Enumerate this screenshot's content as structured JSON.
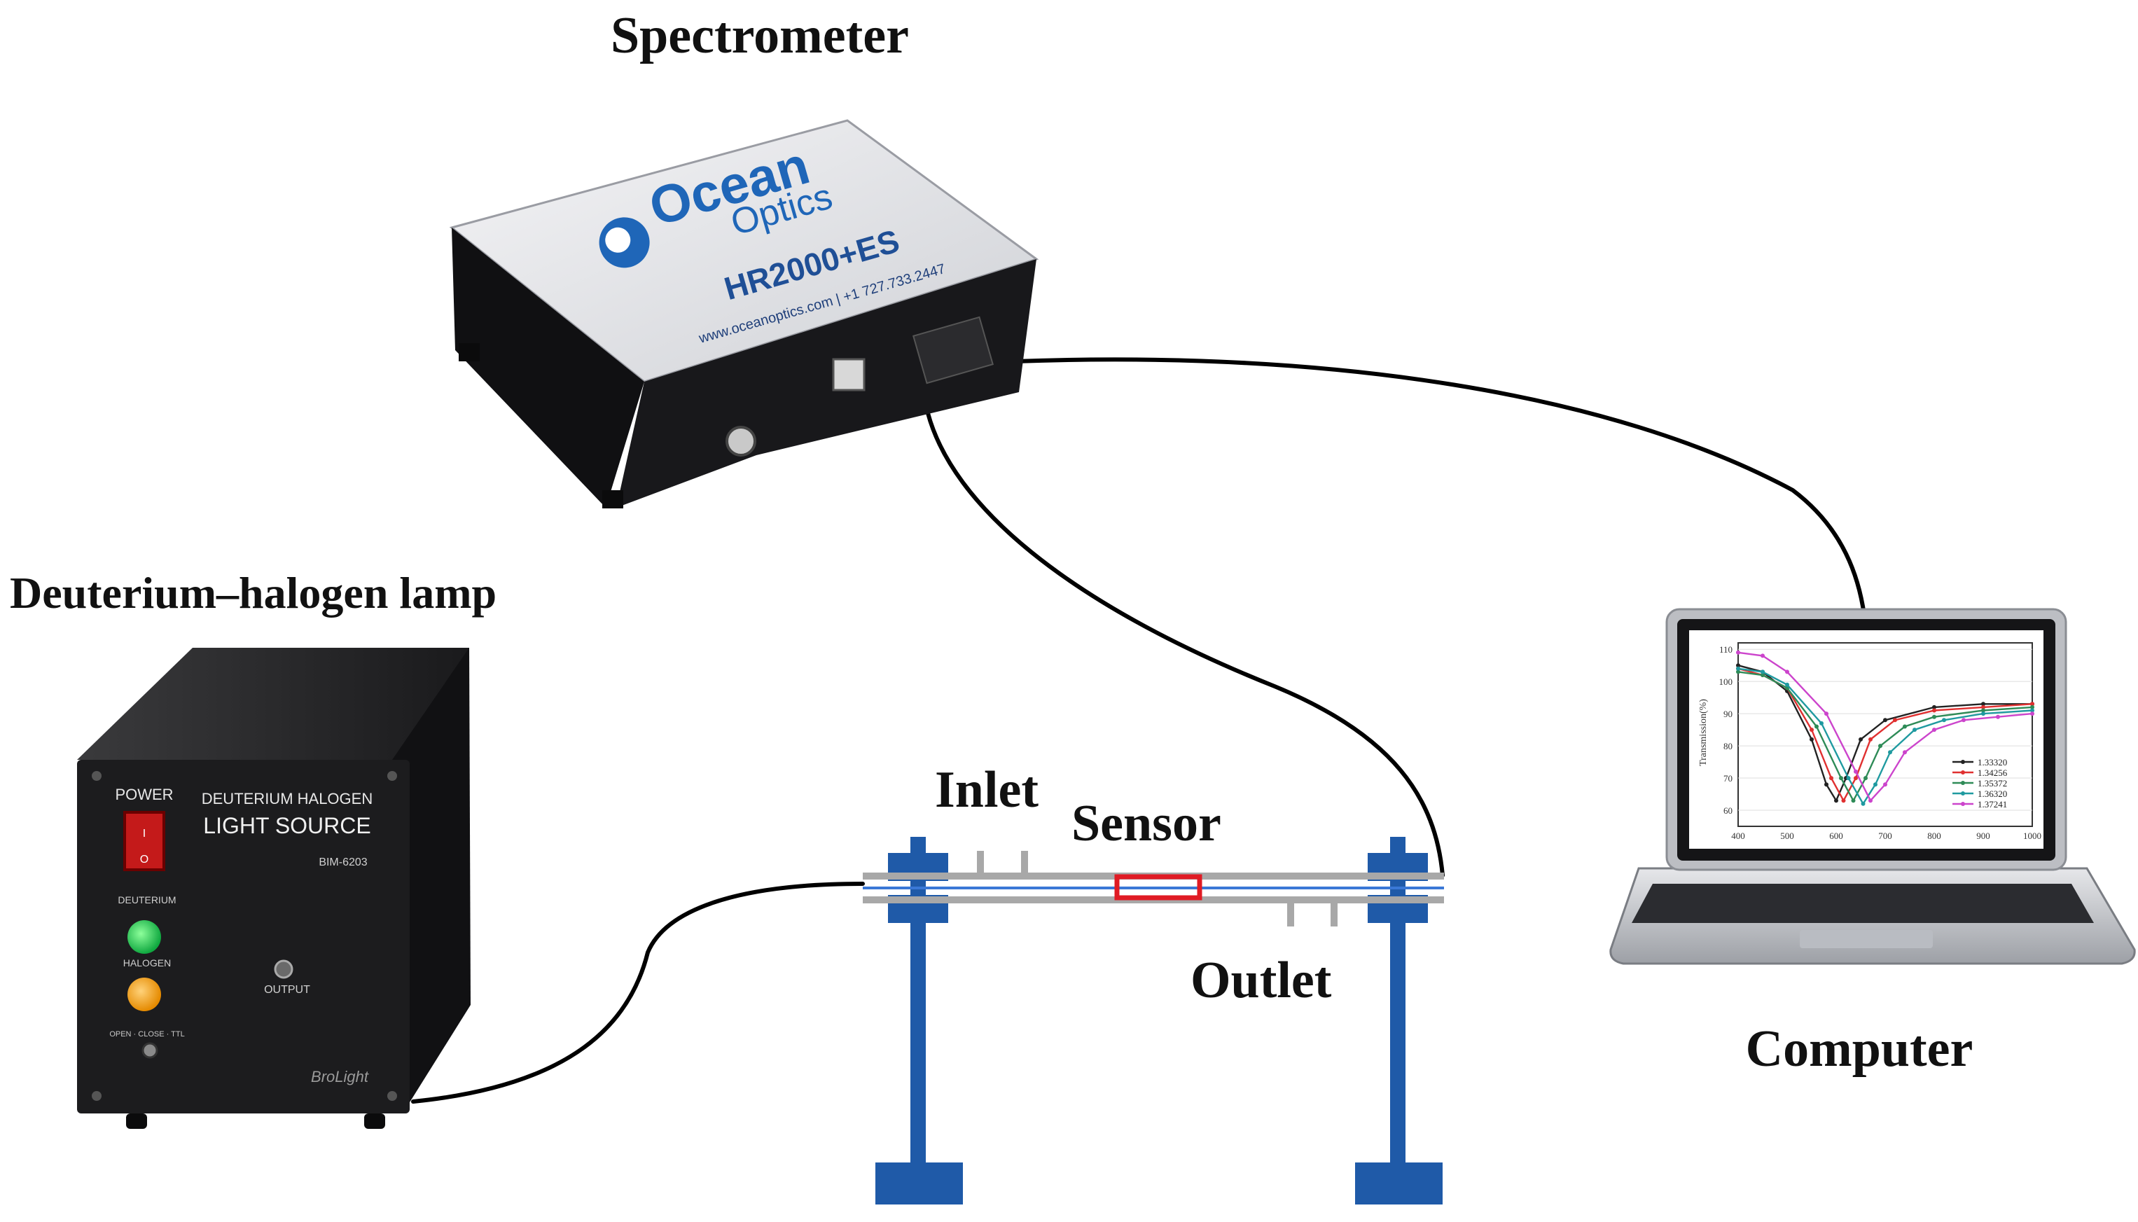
{
  "labels": {
    "spectrometer": "Spectrometer",
    "lamp": "Deuterium–halogen lamp",
    "inlet": "Inlet",
    "sensor": "Sensor",
    "outlet": "Outlet",
    "computer": "Computer"
  },
  "spectrometer_device": {
    "brand_line1": "Ocean",
    "brand_line2": "Optics",
    "model": "HR2000+ES",
    "web": "www.oceanoptics.com | +1 727.733.2447"
  },
  "lamp_device": {
    "power": "POWER",
    "title_line1": "DEUTERIUM HALOGEN",
    "title_line2": "LIGHT SOURCE",
    "model": "BIM-6203",
    "deuterium": "DEUTERIUM",
    "halogen": "HALOGEN",
    "output": "OUTPUT",
    "switch": "OPEN · CLOSE · TTL",
    "brand": "BroLight",
    "switch_on": "I",
    "switch_off": "O"
  },
  "colors": {
    "frame_blue": "#1f5aa8",
    "sensor_red": "#e01b24",
    "fiber_blue": "#3a78d6",
    "tube_gray": "#a8a8a8"
  },
  "chart_data": {
    "type": "line",
    "xlabel": "",
    "ylabel": "Transmission(%)",
    "xlim": [
      400,
      1000
    ],
    "ylim": [
      55,
      112
    ],
    "x_ticks": [
      "400",
      "500",
      "600",
      "700",
      "800",
      "900",
      "1000"
    ],
    "y_ticks": [
      "60",
      "70",
      "80",
      "90",
      "100",
      "110"
    ],
    "series": [
      {
        "name": "1.33320",
        "color": "#222222",
        "points": [
          [
            400,
            105
          ],
          [
            450,
            103
          ],
          [
            500,
            97
          ],
          [
            550,
            82
          ],
          [
            580,
            68
          ],
          [
            600,
            63
          ],
          [
            620,
            70
          ],
          [
            650,
            82
          ],
          [
            700,
            88
          ],
          [
            800,
            92
          ],
          [
            900,
            93
          ],
          [
            1000,
            93
          ]
        ]
      },
      {
        "name": "1.34256",
        "color": "#e03030",
        "points": [
          [
            400,
            104
          ],
          [
            450,
            102
          ],
          [
            500,
            98
          ],
          [
            550,
            85
          ],
          [
            590,
            70
          ],
          [
            615,
            63
          ],
          [
            640,
            70
          ],
          [
            670,
            82
          ],
          [
            720,
            88
          ],
          [
            800,
            91
          ],
          [
            900,
            92
          ],
          [
            1000,
            93
          ]
        ]
      },
      {
        "name": "1.35372",
        "color": "#2e8b57",
        "points": [
          [
            400,
            103
          ],
          [
            450,
            102
          ],
          [
            500,
            98
          ],
          [
            560,
            86
          ],
          [
            610,
            70
          ],
          [
            635,
            63
          ],
          [
            660,
            70
          ],
          [
            690,
            80
          ],
          [
            740,
            86
          ],
          [
            800,
            89
          ],
          [
            900,
            91
          ],
          [
            1000,
            92
          ]
        ]
      },
      {
        "name": "1.36320",
        "color": "#1f9aa0",
        "points": [
          [
            400,
            104
          ],
          [
            450,
            103
          ],
          [
            500,
            99
          ],
          [
            570,
            87
          ],
          [
            625,
            70
          ],
          [
            655,
            62
          ],
          [
            680,
            68
          ],
          [
            710,
            78
          ],
          [
            760,
            85
          ],
          [
            820,
            88
          ],
          [
            900,
            90
          ],
          [
            1000,
            91
          ]
        ]
      },
      {
        "name": "1.37241",
        "color": "#cc44cc",
        "points": [
          [
            400,
            109
          ],
          [
            450,
            108
          ],
          [
            500,
            103
          ],
          [
            580,
            90
          ],
          [
            640,
            72
          ],
          [
            670,
            63
          ],
          [
            700,
            68
          ],
          [
            740,
            78
          ],
          [
            800,
            85
          ],
          [
            860,
            88
          ],
          [
            930,
            89
          ],
          [
            1000,
            90
          ]
        ]
      }
    ]
  }
}
